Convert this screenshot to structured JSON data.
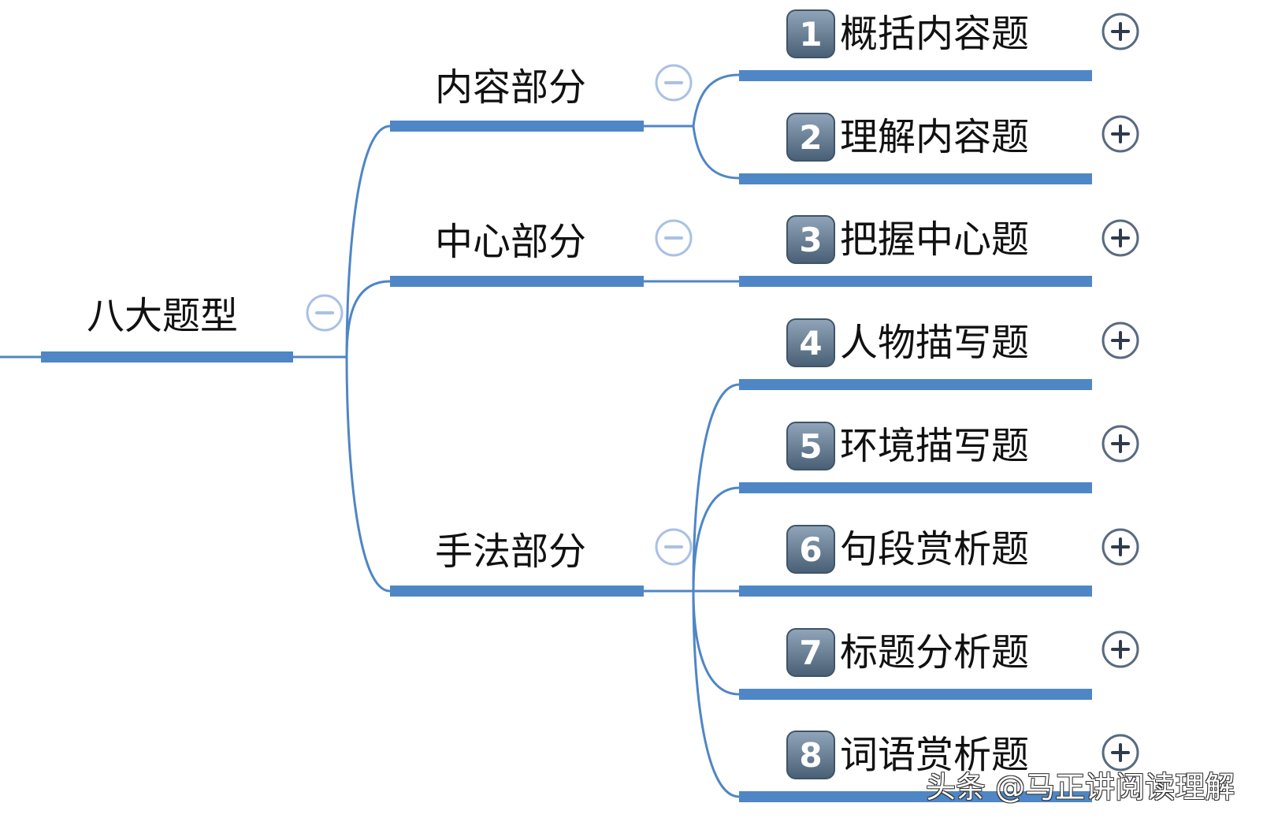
{
  "root": {
    "label": "八大题型",
    "collapse_icon": "minus-circle-icon"
  },
  "branches": [
    {
      "label": "内容部分",
      "collapse_icon": "minus-circle-icon"
    },
    {
      "label": "中心部分",
      "collapse_icon": "minus-circle-icon"
    },
    {
      "label": "手法部分",
      "collapse_icon": "minus-circle-icon"
    }
  ],
  "leaves": [
    {
      "number": "1",
      "label": "概括内容题",
      "parent": "内容部分",
      "expand_icon": "plus-circle-icon"
    },
    {
      "number": "2",
      "label": "理解内容题",
      "parent": "内容部分",
      "expand_icon": "plus-circle-icon"
    },
    {
      "number": "3",
      "label": "把握中心题",
      "parent": "中心部分",
      "expand_icon": "plus-circle-icon"
    },
    {
      "number": "4",
      "label": "人物描写题",
      "parent": "手法部分",
      "expand_icon": "plus-circle-icon"
    },
    {
      "number": "5",
      "label": "环境描写题",
      "parent": "手法部分",
      "expand_icon": "plus-circle-icon"
    },
    {
      "number": "6",
      "label": "句段赏析题",
      "parent": "手法部分",
      "expand_icon": "plus-circle-icon"
    },
    {
      "number": "7",
      "label": "标题分析题",
      "parent": "手法部分",
      "expand_icon": "plus-circle-icon"
    },
    {
      "number": "8",
      "label": "词语赏析题",
      "parent": "手法部分",
      "expand_icon": "plus-circle-icon"
    }
  ],
  "watermark": "头条 @马正讲阅读理解",
  "colors": {
    "connector": "#4f86c6",
    "collapse_ring": "#a9c1e6",
    "expand_ring": "#5a6a80",
    "text": "#111111"
  }
}
